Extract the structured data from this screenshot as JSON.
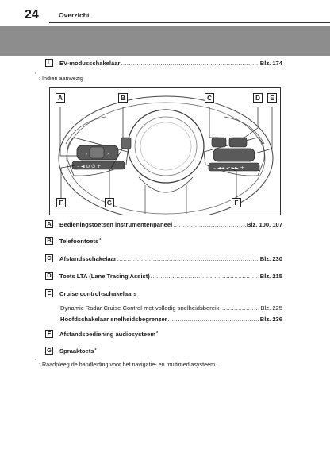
{
  "header": {
    "page_number": "24",
    "section_title": "Overzicht"
  },
  "top_entry": {
    "letter": "L",
    "label": "EV-modusschakelaar",
    "ref": "Blz. 174"
  },
  "note_top": {
    "marker": "*",
    "text": ": Indien aanwezig"
  },
  "figure": {
    "callouts": [
      "A",
      "B",
      "C",
      "D",
      "E",
      "F",
      "G",
      "F"
    ]
  },
  "entries": [
    {
      "letter": "A",
      "label": "Bedieningstoetsen instrumentenpaneel",
      "ref": "Blz. 100, 107",
      "sup": ""
    },
    {
      "letter": "B",
      "label": "Telefoontoets",
      "ref": "",
      "sup": "*"
    },
    {
      "letter": "C",
      "label": "Afstandsschakelaar",
      "ref": "Blz. 230",
      "sup": ""
    },
    {
      "letter": "D",
      "label": "Toets LTA (Lane Tracing Assist)",
      "ref": "Blz. 215",
      "sup": ""
    },
    {
      "letter": "E",
      "label": "Cruise control-schakelaars",
      "ref": "",
      "sup": ""
    },
    {
      "letter": "F",
      "label": "Afstandsbediening audiosysteem",
      "ref": "",
      "sup": "*"
    },
    {
      "letter": "G",
      "label": "Spraaktoets",
      "ref": "",
      "sup": "*"
    }
  ],
  "sub_entries": [
    {
      "label": "Dynamic Radar Cruise Control met volledig snelheidsbereik",
      "ref": "Blz. 225"
    },
    {
      "label": "Hoofdschakelaar snelheidsbegrenzer",
      "ref": "Blz. 236"
    }
  ],
  "note_bottom": {
    "marker": "*",
    "text": ": Raadpleeg de handleiding voor het navigatie- en multimediasysteem."
  }
}
